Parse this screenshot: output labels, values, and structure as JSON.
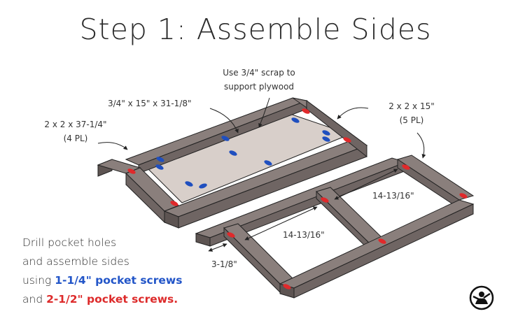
{
  "title": "Step 1: Assemble Sides",
  "labels": {
    "scrap_l1": "Use 3/4\" scrap to",
    "scrap_l2": "support plywood",
    "plywood": "3/4\" x 15\" x 31-1/8\"",
    "long_leg_l1": "2 x 2 x 37-1/4\"",
    "long_leg_l2": "(4 PL)",
    "short_l1": "2 x 2 x 15\"",
    "short_l2": "(5 PL)",
    "spacing_1": "14-13/16\"",
    "spacing_2": "14-13/16\"",
    "offset": "3-1/8\""
  },
  "instructions": {
    "line1": "Drill pocket holes",
    "line2": "and assemble sides",
    "line3_prefix": "using ",
    "line3_highlight": "1-1/4\" pocket screws",
    "line4_prefix": "and ",
    "line4_highlight": "2-1/2\" pocket screws."
  },
  "colors": {
    "wood_top": "#8a7f7c",
    "wood_side": "#6f6563",
    "wood_end": "#5d5452",
    "plywood": "#d8cfca",
    "blue_screw": "#1f4fbf",
    "red_screw": "#e0292b"
  },
  "logo": {
    "icon": "woodworker-logo-icon"
  }
}
